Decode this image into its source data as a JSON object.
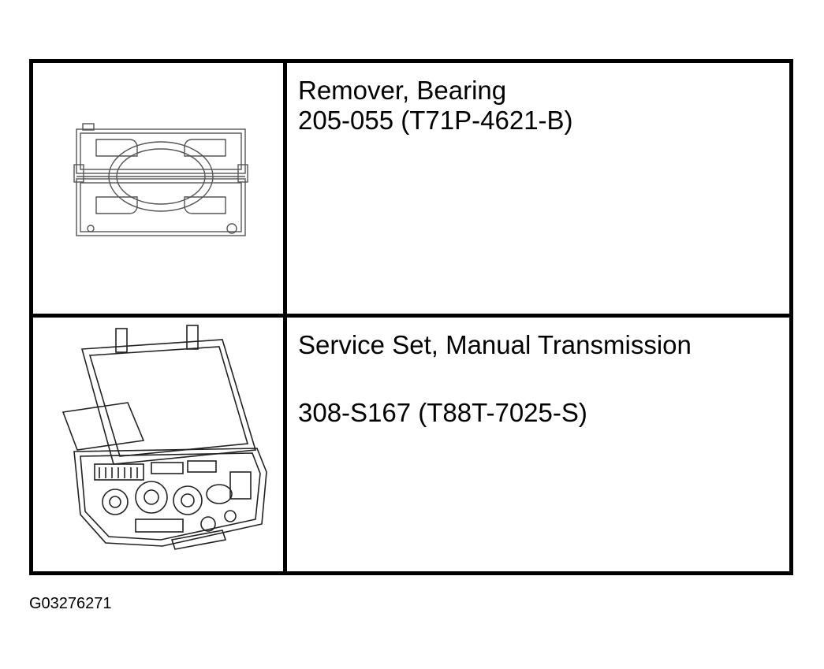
{
  "tools": [
    {
      "name": "Remover, Bearing",
      "number": "205-055 (T71P-4621-B)",
      "illustration": "bearing-remover-illustration"
    },
    {
      "name": "Service Set, Manual Transmission",
      "number": "308-S167 (T88T-7025-S)",
      "illustration": "service-set-case-illustration"
    }
  ],
  "figure_id": "G03276271"
}
